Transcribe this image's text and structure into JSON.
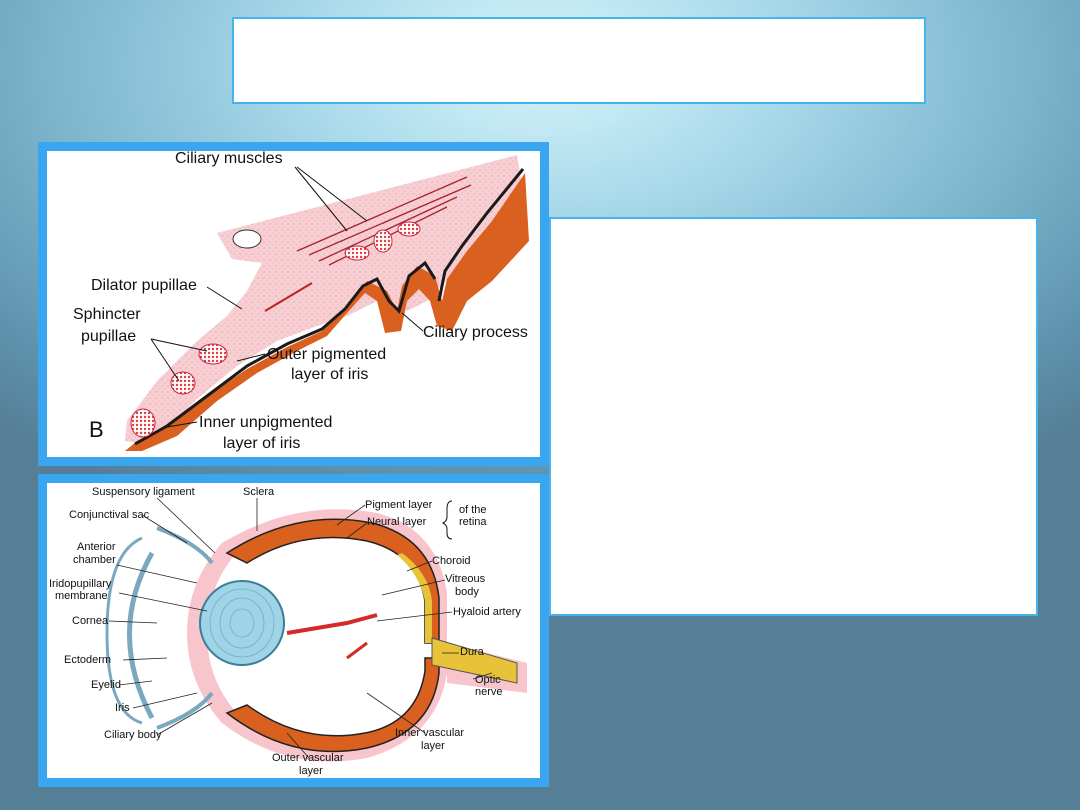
{
  "slide": {
    "title": "",
    "body": ""
  },
  "figure_top": {
    "panel_letter": "B",
    "labels": {
      "ciliary_muscles": "Ciliary muscles",
      "dilator_pupillae": "Dilator pupillae",
      "sphincter": "Sphincter",
      "pupillae": "pupillae",
      "ciliary_process": "Ciliary process",
      "outer_pigmented_1": "Outer pigmented",
      "outer_pigmented_2": "layer of iris",
      "inner_unpigmented_1": "Inner unpigmented",
      "inner_unpigmented_2": "layer of iris"
    }
  },
  "figure_bottom": {
    "labels": {
      "suspensory_ligament": "Suspensory ligament",
      "sclera": "Sclera",
      "pigment_layer": "Pigment layer",
      "of_the": "of the",
      "neural_layer": "Neural layer",
      "retina": "retina",
      "conjunctival_sac": "Conjunctival sac",
      "anterior": "Anterior",
      "chamber": "chamber",
      "choroid": "Choroid",
      "iridopupillary": "Iridopupillary",
      "membrane": "membrane",
      "vitreous": "Vitreous",
      "body": "body",
      "hyaloid_artery": "Hyaloid artery",
      "cornea": "Cornea",
      "dura": "Dura",
      "ectoderm": "Ectoderm",
      "optic": "Optic",
      "nerve": "nerve",
      "eyelid": "Eyelid",
      "iris": "Iris",
      "ciliary_body": "Ciliary body",
      "inner_vascular": "Inner vascular",
      "layer_a": "layer",
      "outer_vascular": "Outer vascular",
      "layer_b": "layer"
    }
  },
  "colors": {
    "frame": "#3aa6f0",
    "box_border": "#45b5ea",
    "tissue_pink": "#f6c8cc",
    "pigment_orange": "#d9601e",
    "lens_blue": "#9fd3e6",
    "nerve_yellow": "#e8c33a"
  }
}
